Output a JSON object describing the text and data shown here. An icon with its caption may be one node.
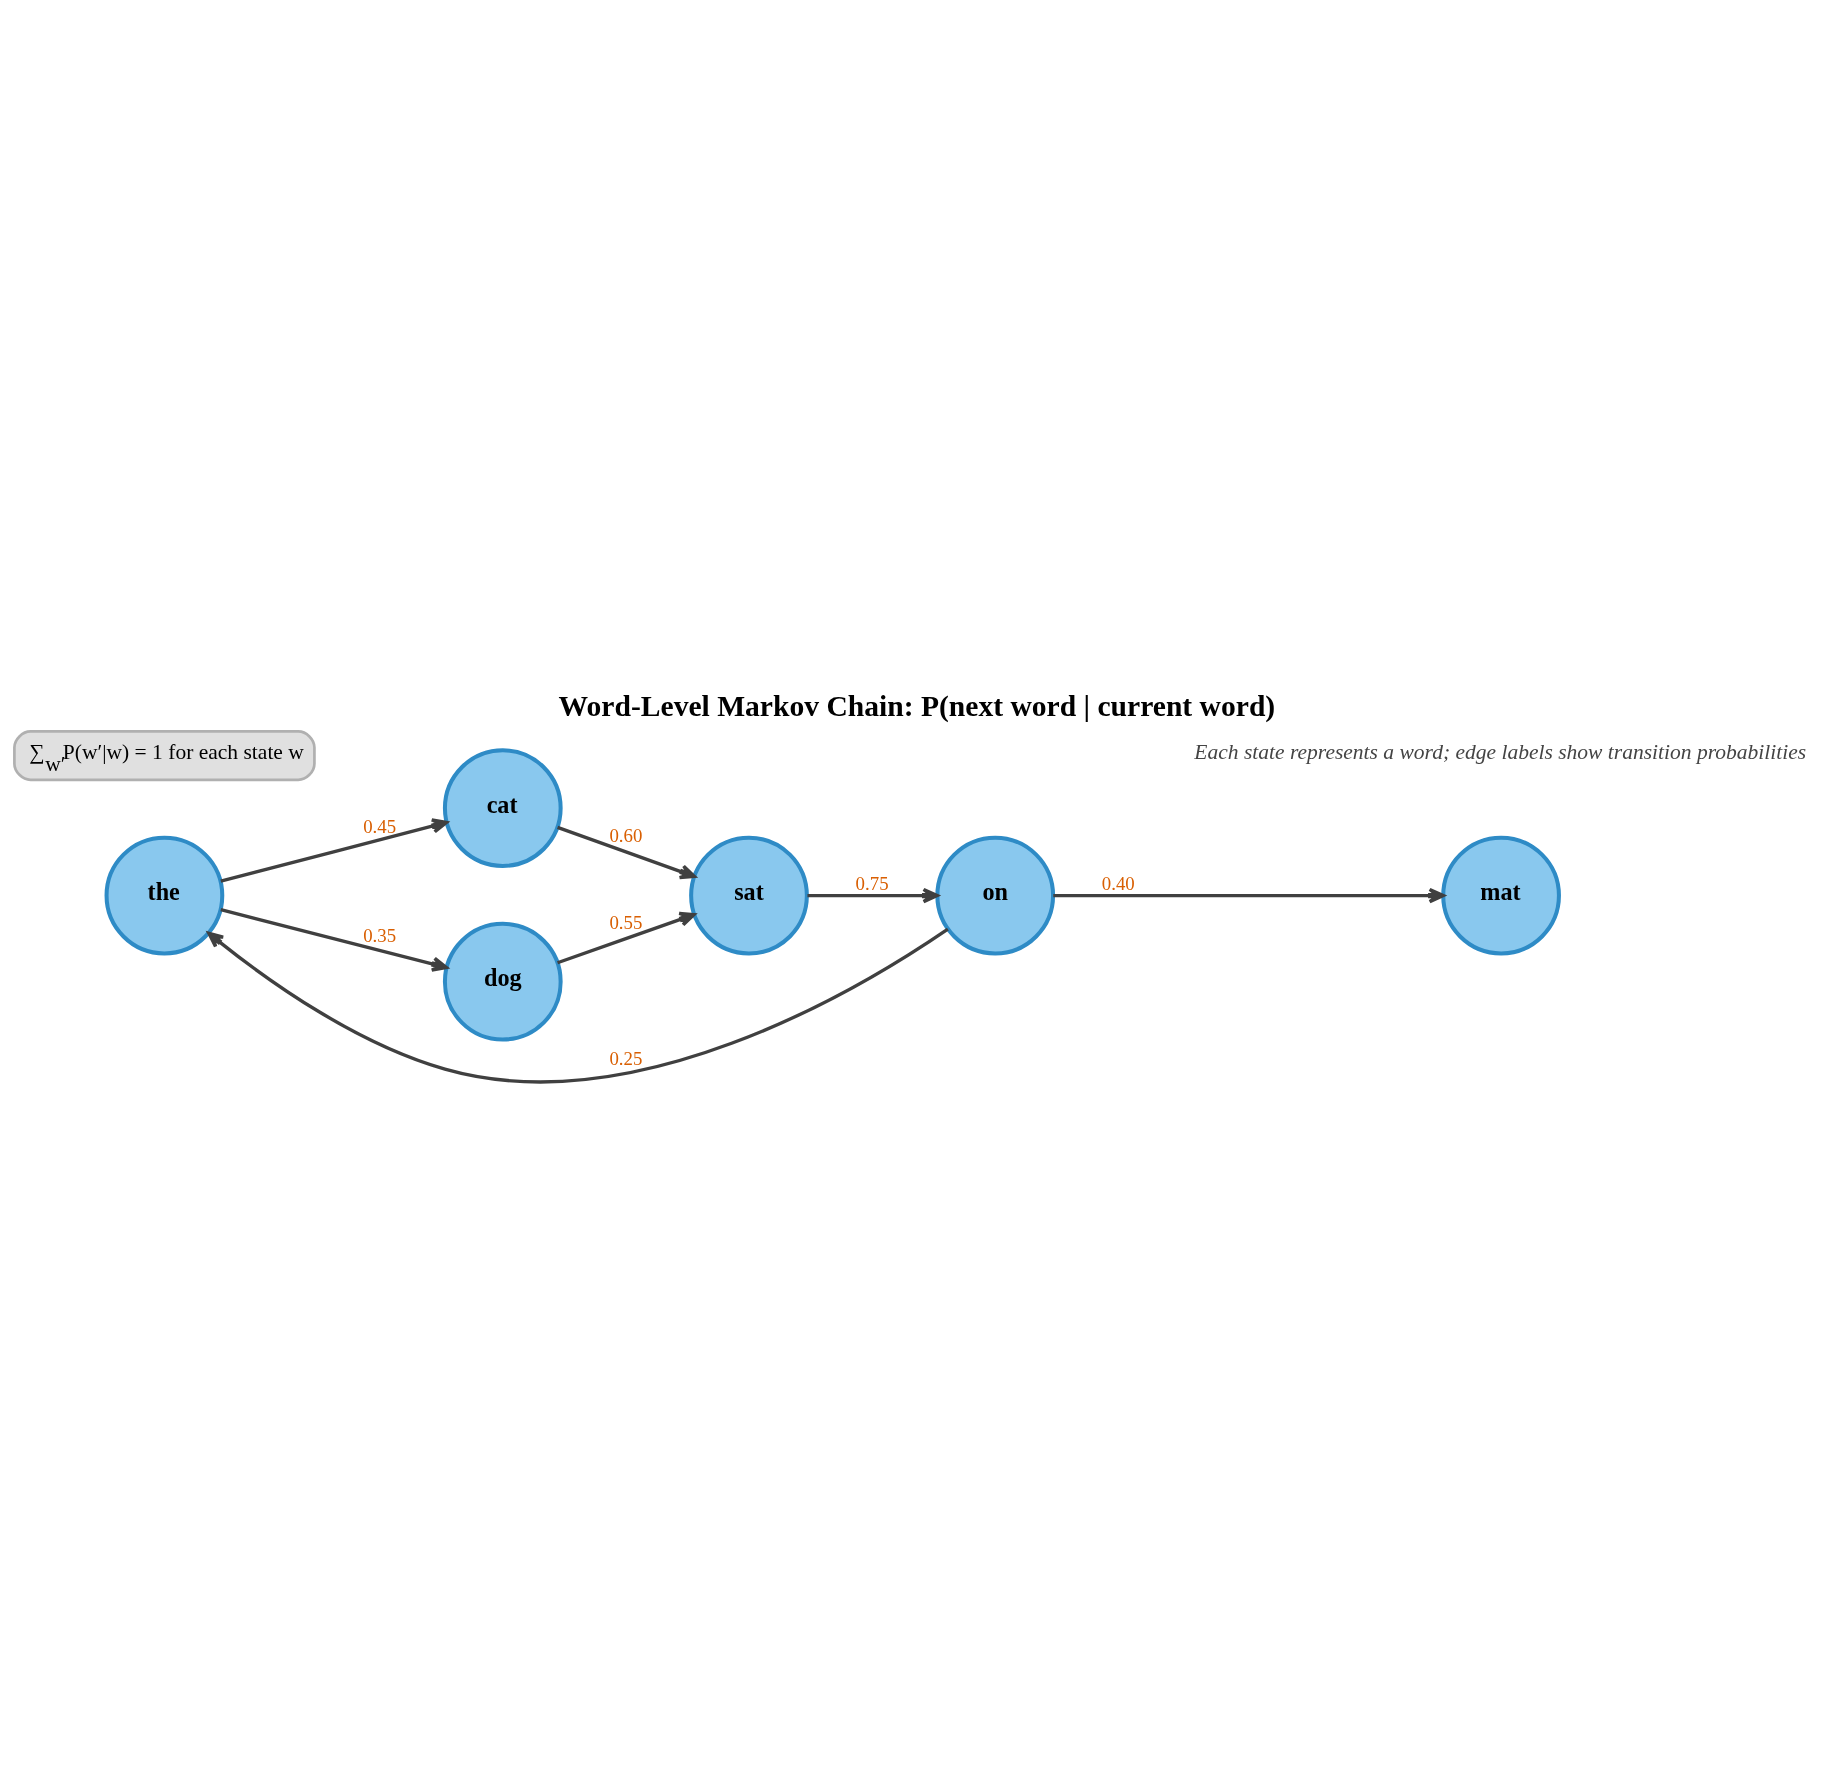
{
  "diagram": {
    "title": "Word-Level Markov Chain: P(next word | current word)",
    "caption": "Each state represents a word; edge labels show transition probabilities",
    "nodes": [
      {
        "text": [
          "cat"
        ]
      },
      {
        "text": [
          "the"
        ]
      },
      {
        "text": [
          "sat"
        ]
      },
      {
        "text": [
          "on"
        ]
      },
      {
        "text": [
          "mat"
        ]
      },
      {
        "text": [
          "dog"
        ]
      }
    ],
    "edges": [
      {
        "from": 1,
        "to": 0,
        "arrow": "to",
        "label": "0.45"
      },
      {
        "from": 0,
        "to": 2,
        "arrow": "to",
        "label": "0.60"
      },
      {
        "from": 3,
        "to": 1,
        "arrow": "to",
        "label": "0.25"
      },
      {
        "from": 2,
        "to": 3,
        "arrow": "to",
        "label": "0.75"
      },
      {
        "from": 3,
        "to": 4,
        "arrow": "to",
        "label": "0.40"
      },
      {
        "from": 1,
        "to": 5,
        "arrow": "to",
        "label": "0.35"
      },
      {
        "from": 5,
        "to": 2,
        "arrow": "to",
        "label": "0.55"
      }
    ],
    "labels": [
      "∑$_{w′}$P(w′|w) = 1 for each state w"
    ]
  }
}
